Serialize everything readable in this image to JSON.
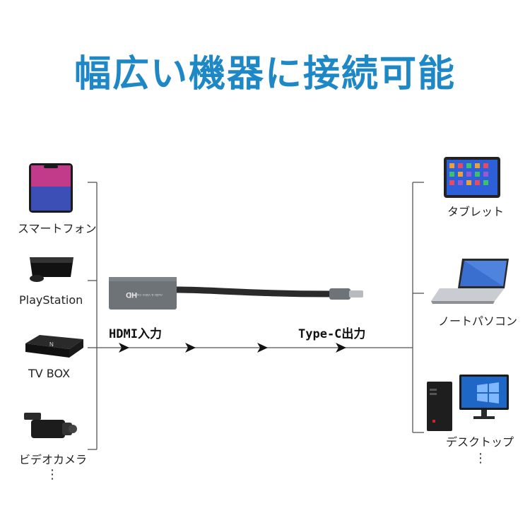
{
  "title": "幅広い機器に接続可能",
  "left_devices": [
    {
      "label": "スマートフォン",
      "icon": "smartphone-icon"
    },
    {
      "label": "PlayStation",
      "icon": "game-console-icon"
    },
    {
      "label": "TV BOX",
      "icon": "tv-box-icon"
    },
    {
      "label": "ビデオカメラ",
      "icon": "video-camera-icon"
    }
  ],
  "right_devices": [
    {
      "label": "タブレット",
      "icon": "tablet-icon"
    },
    {
      "label": "ノートパソコン",
      "icon": "laptop-icon"
    },
    {
      "label": "デスクトップ",
      "icon": "desktop-icon"
    }
  ],
  "adapter": {
    "hd_mark": "HD",
    "caption": "Audio & Video Capture"
  },
  "flow": {
    "input_label": "HDMI入力",
    "output_label": "Type-C出力"
  },
  "ellipsis": "⋮",
  "colors": {
    "title": "#1e88c7",
    "line": "#555555",
    "adapter_body": "#6e7378",
    "cable": "#2a2a2a"
  }
}
